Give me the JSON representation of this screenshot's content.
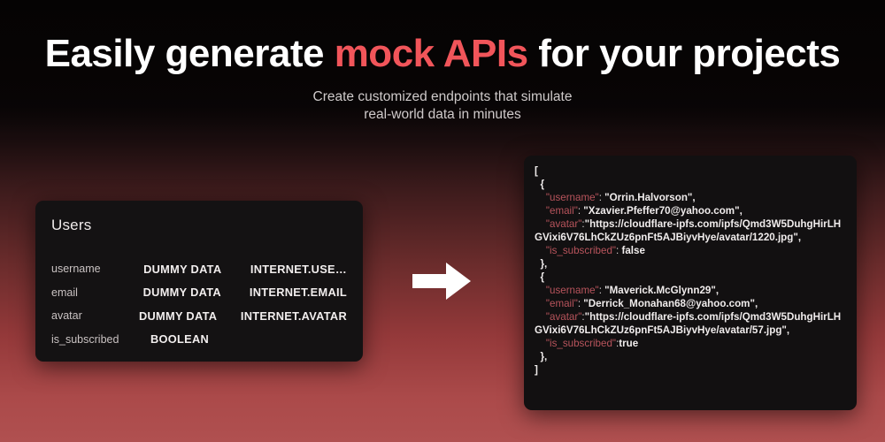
{
  "hero": {
    "title_part1": "Easily generate ",
    "title_accent": "mock APIs",
    "title_part2": " for your projects",
    "subtitle_line1": "Create customized endpoints that simulate",
    "subtitle_line2": "real-world data in minutes"
  },
  "users_card": {
    "title": "Users",
    "fields": [
      {
        "name": "username",
        "type": "DUMMY DATA",
        "source": "INTERNET.USE…"
      },
      {
        "name": "email",
        "type": "DUMMY DATA",
        "source": "INTERNET.EMAIL"
      },
      {
        "name": "avatar",
        "type": "DUMMY DATA",
        "source": "INTERNET.AVATAR"
      },
      {
        "name": "is_subscribed",
        "type": "BOOLEAN",
        "source": ""
      }
    ]
  },
  "arrow": {
    "icon": "arrow-right-icon"
  },
  "json_output": {
    "open_bracket": "[",
    "records": [
      {
        "open_brace": "{",
        "username_key": "\"username\"",
        "username_sep": ": ",
        "username_value": "\"Orrin.Halvorson\",",
        "email_key": "\"email\"",
        "email_sep": ": ",
        "email_value": "\"Xzavier.Pfeffer70@yahoo.com\",",
        "avatar_key": "\"avatar\"",
        "avatar_sep": ":",
        "avatar_value": "\"https://cloudflare-ipfs.com/ipfs/Qmd3W5DuhgHirLHGVixi6V76LhCkZUz6pnFt5AJBiyvHye/avatar/1220.jpg\",",
        "is_subscribed_key": "\"is_subscribed\"",
        "is_subscribed_sep": ": ",
        "is_subscribed_value": "false",
        "close_brace": "},"
      },
      {
        "open_brace": "{",
        "username_key": "\"username\"",
        "username_sep": ": ",
        "username_value": "\"Maverick.McGlynn29\",",
        "email_key": "\"email\"",
        "email_sep": ": ",
        "email_value": "\"Derrick_Monahan68@yahoo.com\",",
        "avatar_key": "\"avatar\"",
        "avatar_sep": ":",
        "avatar_value": "\"https://cloudflare-ipfs.com/ipfs/Qmd3W5DuhgHirLHGVixi6V76LhCkZUz6pnFt5AJBiyvHye/avatar/57.jpg\",",
        "is_subscribed_key": "\"is_subscribed\"",
        "is_subscribed_sep": ":",
        "is_subscribed_value": "true",
        "close_brace": "},"
      }
    ],
    "close_bracket": "]"
  },
  "colors": {
    "accent_red": "#f1555a",
    "json_key": "#b8545c",
    "panel_bg": "#121011",
    "card_bg": "#141213",
    "page_top": "#070505",
    "page_bottom": "#b05050"
  }
}
